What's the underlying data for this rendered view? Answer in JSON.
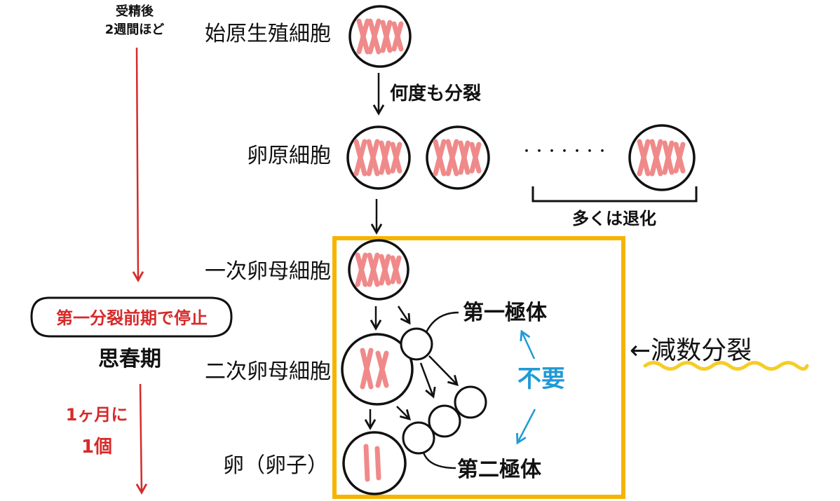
{
  "colors": {
    "ink": "#111111",
    "timeline_red": "#d62a2a",
    "chromosome_pink": "#f08a8a",
    "meiosis_box": "#f5b400",
    "unneeded_blue": "#1f9ad6",
    "highlight_yellow": "#f5c400"
  },
  "timeline": {
    "note_line1": "受精後",
    "note_line2": "2週間ほど",
    "arrest": "第一分裂前期で停止",
    "puberty": "思春期",
    "rate_line1": "1ヶ月に",
    "rate_line2": "1個"
  },
  "stages": {
    "primordial": "始原生殖細胞",
    "oogonium": "卵原細胞",
    "primary_oocyte": "一次卵母細胞",
    "secondary_oocyte": "二次卵母細胞",
    "ovum": "卵（卵子）"
  },
  "annotations": {
    "divide_many": "何度も分裂",
    "dots": "・・・・・・・",
    "degenerate": "多くは退化",
    "first_polar_body": "第一極体",
    "second_polar_body": "第二極体",
    "unneeded": "不要",
    "meiosis": "←減数分裂"
  }
}
